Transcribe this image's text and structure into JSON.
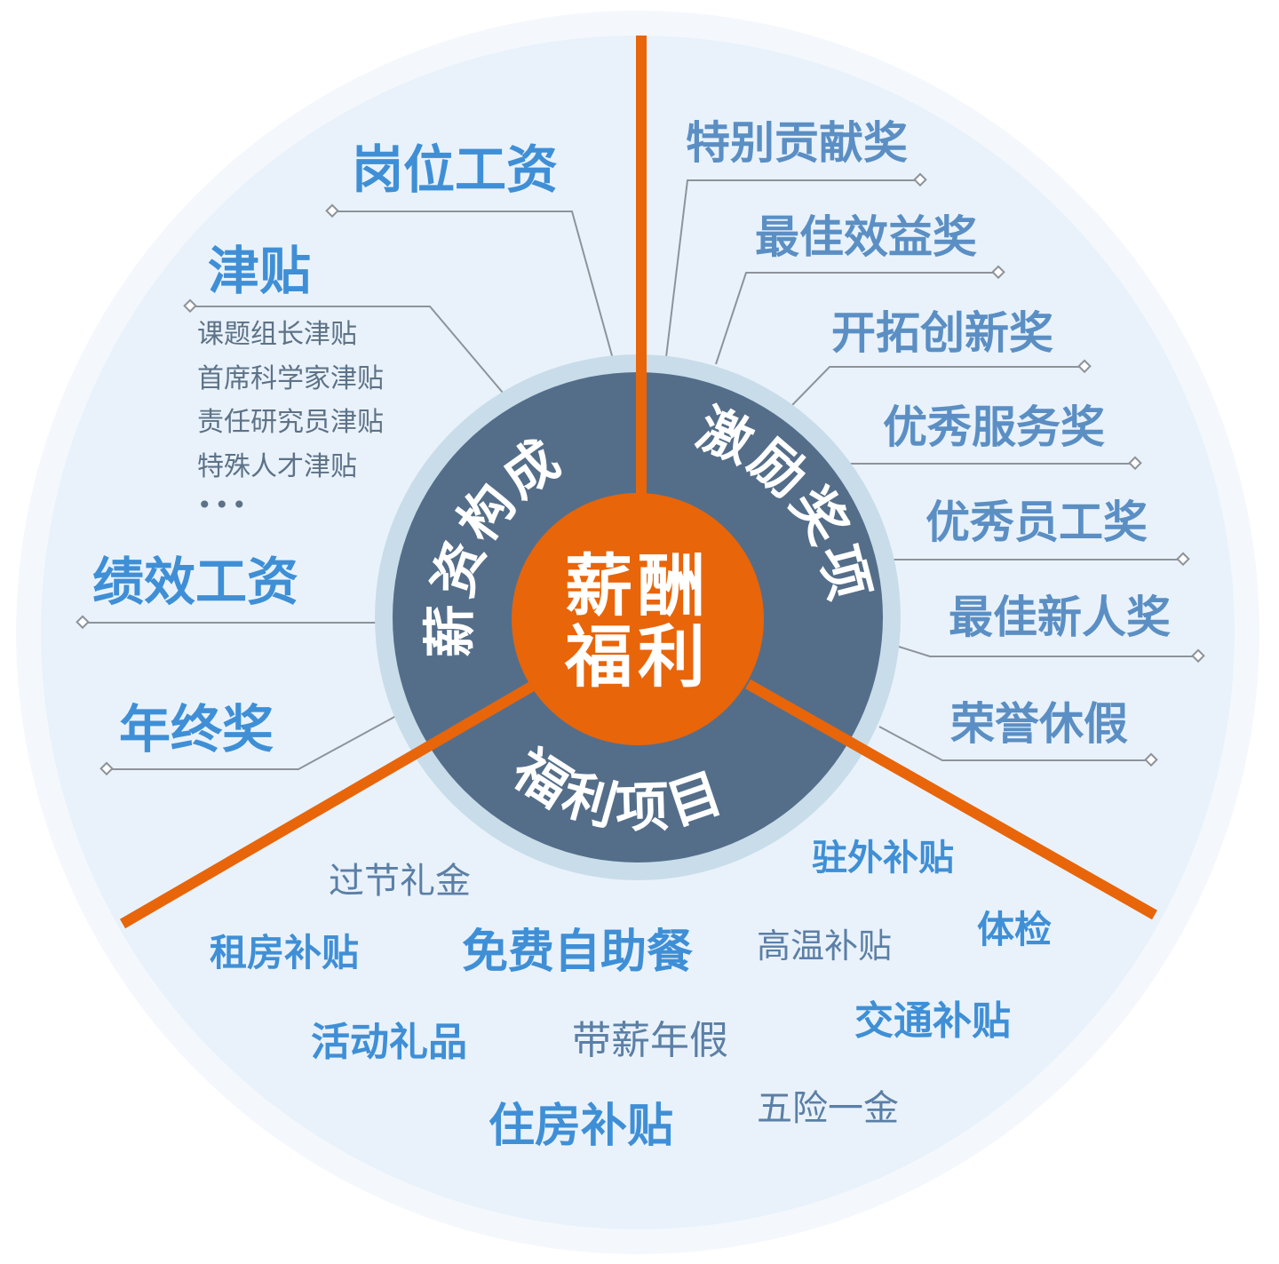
{
  "center": {
    "line1": "薪酬",
    "line2": "福利"
  },
  "sectors": {
    "salary": "薪资构成",
    "incentive": "激励奖项",
    "benefits": "福利项目"
  },
  "salary_items": {
    "post_wage": "岗位工资",
    "allowance": "津贴",
    "allowance_subitems": [
      "课题组长津贴",
      "首席科学家津贴",
      "责任研究员津贴",
      "特殊人才津贴"
    ],
    "allowance_more": "•••",
    "performance_wage": "绩效工资",
    "year_end_bonus": "年终奖"
  },
  "incentive_items": [
    "特别贡献奖",
    "最佳效益奖",
    "开拓创新奖",
    "优秀服务奖",
    "优秀员工奖",
    "最佳新人奖",
    "荣誉休假"
  ],
  "benefit_items": {
    "holiday_gift": "过节礼金",
    "offsite_allowance": "驻外补贴",
    "rent_allowance": "租房补贴",
    "free_buffet": "免费自助餐",
    "heat_allowance": "高温补贴",
    "health_check": "体检",
    "activity_gifts": "活动礼品",
    "paid_leave": "带薪年假",
    "transport_allowance": "交通补贴",
    "housing_allowance": "住房补贴",
    "social_insurance": "五险一金"
  },
  "colors": {
    "orange": "#e8650a",
    "ring_dark": "#546e8a",
    "ring_border": "#c8dde9",
    "disc_bg": "#e9f2fb",
    "label_blue": "#3f8fd6",
    "label_steel": "#5b8fc4",
    "connector": "#8d9399"
  }
}
